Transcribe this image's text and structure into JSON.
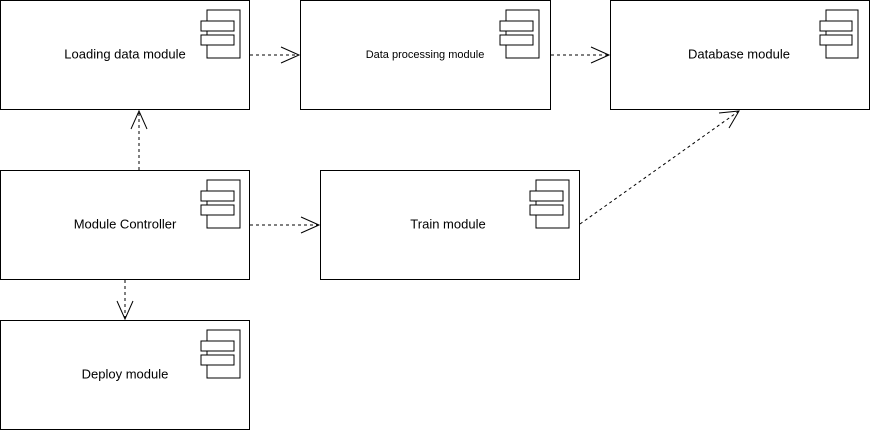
{
  "diagram": {
    "modules": {
      "loading": {
        "label": "Loading data module"
      },
      "processing": {
        "label": "Data processing module"
      },
      "database": {
        "label": "Database module"
      },
      "controller": {
        "label": "Module Controller"
      },
      "train": {
        "label": "Train module"
      },
      "deploy": {
        "label": "Deploy module"
      }
    },
    "dependencies": [
      {
        "from": "loading",
        "to": "processing"
      },
      {
        "from": "processing",
        "to": "database"
      },
      {
        "from": "controller",
        "to": "loading"
      },
      {
        "from": "controller",
        "to": "train"
      },
      {
        "from": "controller",
        "to": "deploy"
      },
      {
        "from": "train",
        "to": "database"
      }
    ],
    "colors": {
      "stroke": "#000000",
      "fill": "#ffffff"
    }
  }
}
